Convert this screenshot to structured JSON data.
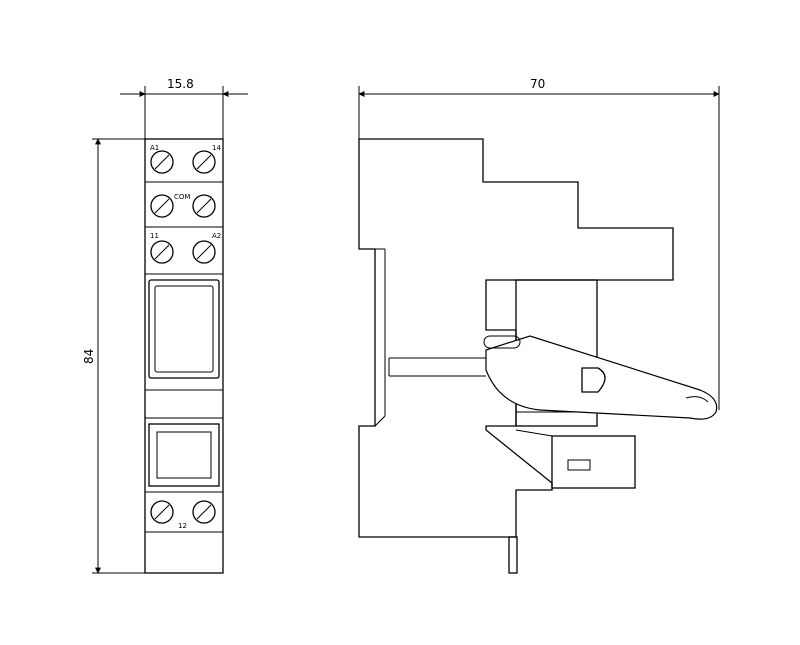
{
  "dimensions": {
    "front_width": "15.8",
    "side_width": "70",
    "height": "84"
  },
  "front_view": {
    "terminal_labels": [
      "A1",
      "14",
      "COM",
      "11",
      "A2",
      "12"
    ]
  }
}
